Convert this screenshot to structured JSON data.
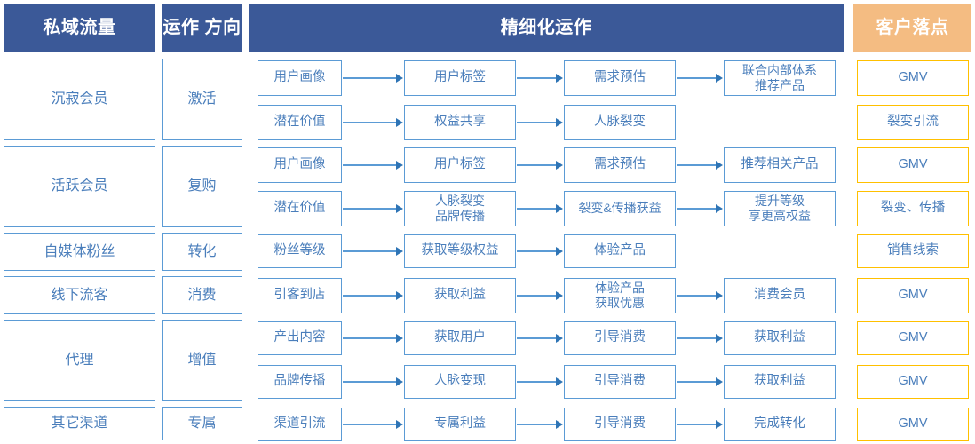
{
  "diagram": {
    "title_bar": {
      "headers": [
        {
          "label": "私域流量",
          "style": "blue"
        },
        {
          "label": "运作\n方向",
          "style": "blue"
        },
        {
          "label": "精细化运作",
          "style": "blue"
        },
        {
          "label": "客户落点",
          "style": "orange"
        }
      ]
    },
    "colors": {
      "header_blue": "#3b5998",
      "header_orange": "#f4bc82",
      "box_border_blue": "#5b9bd5",
      "box_border_gold": "#ffc000",
      "text_blue": "#4a7ebb",
      "arrow_blue": "#5b9bd5"
    },
    "traffic_sources": [
      {
        "label": "沉寂会员",
        "rows": 2
      },
      {
        "label": "活跃会员",
        "rows": 2
      },
      {
        "label": "自媒体粉丝",
        "rows": 1
      },
      {
        "label": "线下流客",
        "rows": 1
      },
      {
        "label": "代理",
        "rows": 2
      },
      {
        "label": "其它渠道",
        "rows": 1
      }
    ],
    "operation_directions": [
      {
        "label": "激活",
        "rows": 2
      },
      {
        "label": "复购",
        "rows": 2
      },
      {
        "label": "转化",
        "rows": 1
      },
      {
        "label": "消费",
        "rows": 1
      },
      {
        "label": "增值",
        "rows": 2
      },
      {
        "label": "专属",
        "rows": 1
      }
    ],
    "flows": [
      {
        "steps": [
          "用户画像",
          "用户标签",
          "需求预估",
          "联合内部体系\n推荐产品"
        ],
        "outcome": "GMV"
      },
      {
        "steps": [
          "潜在价值",
          "权益共享",
          "人脉裂变"
        ],
        "outcome": "裂变引流"
      },
      {
        "steps": [
          "用户画像",
          "用户标签",
          "需求预估",
          "推荐相关产品"
        ],
        "outcome": "GMV"
      },
      {
        "steps": [
          "潜在价值",
          "人脉裂变\n品牌传播",
          "裂变&传播获益",
          "提升等级\n享更高权益"
        ],
        "outcome": "裂变、传播"
      },
      {
        "steps": [
          "粉丝等级",
          "获取等级权益",
          "体验产品"
        ],
        "outcome": "销售线索"
      },
      {
        "steps": [
          "引客到店",
          "获取利益",
          "体验产品\n获取优惠",
          "消费会员"
        ],
        "outcome": "GMV"
      },
      {
        "steps": [
          "产出内容",
          "获取用户",
          "引导消费",
          "获取利益"
        ],
        "outcome": "GMV"
      },
      {
        "steps": [
          "品牌传播",
          "人脉变现",
          "引导消费",
          "获取利益"
        ],
        "outcome": "GMV"
      },
      {
        "steps": [
          "渠道引流",
          "专属利益",
          "引导消费",
          "完成转化"
        ],
        "outcome": "GMV"
      }
    ]
  }
}
